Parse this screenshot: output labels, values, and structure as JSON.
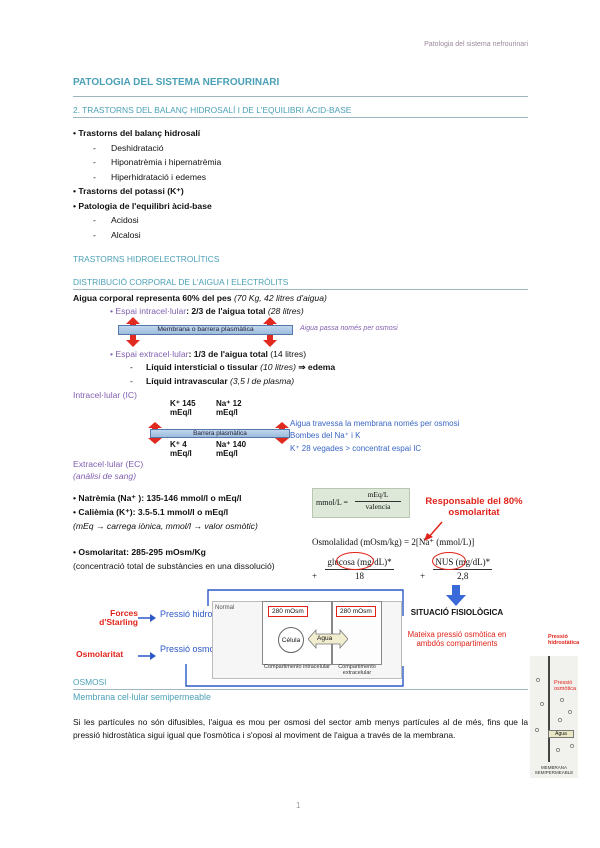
{
  "header": {
    "running_title": "Patologia del sistema nefrourinari"
  },
  "doc_title": "PATOLOGIA DEL SISTEMA NEFROURINARI",
  "section2": "2. TRASTORNS DEL BALANÇ HIDROSALÍ I DE L'EQUILIBRI ÀCID-BASE",
  "outline": [
    {
      "level": 1,
      "text": "Trastorns del balanç hidrosalí"
    },
    {
      "level": 2,
      "text": "Deshidratació"
    },
    {
      "level": 2,
      "text": "Hiponatrèmia i hipernatrèmia"
    },
    {
      "level": 2,
      "text": "Hiperhidratació i edemes"
    },
    {
      "level": 1,
      "text": "Trastorns del potassi (K⁺)"
    },
    {
      "level": 1,
      "text": "Patologia de l'equilibri àcid-base"
    },
    {
      "level": 2,
      "text": "Acidosi"
    },
    {
      "level": 2,
      "text": "Alcalosi"
    }
  ],
  "hydro_header": "TRASTORNS HIDROELECTROLÍTICS",
  "distrib_header": "DISTRIBUCIÓ CORPORAL DE L'AIGUA I ELECTRÒLITS",
  "water_line": {
    "bold": "Aigua corporal representa 60% del pes",
    "italic": " (70 Kg, 42 litres d'aigua)"
  },
  "intra": {
    "label": "• Espai intracel·lular",
    "bold": ": 2/3 de l'aigua total",
    "italic": " (28 litres)"
  },
  "membrane1": {
    "label": "Membrana o barrera plasmàtica",
    "note": "Aigua passa només per osmosi"
  },
  "extra": {
    "label": "• Espai extracel·lular",
    "bold": ": 1/3 de l'aigua total",
    "rest": " (14 litres)"
  },
  "extra_sub": [
    {
      "bold": "Líquid intersticial o tissular",
      "italic": " (10 litres)",
      "rest": " ⇒ edema"
    },
    {
      "bold": "Líquid intravascular",
      "italic": " (3,5 l de plasma)",
      "rest": ""
    }
  ],
  "ic_header": "Intracel·lular (IC)",
  "ic_values": {
    "k": "K⁺ 145",
    "k_unit": "mEq/l",
    "na": "Na⁺ 12",
    "na_unit": "mEq/l"
  },
  "membrane2": {
    "label": "Barrera plasmàtica"
  },
  "ec_values": {
    "k": "K⁺ 4",
    "k_unit": "mEq/l",
    "na": "Na⁺ 140",
    "na_unit": "mEq/l"
  },
  "membrane_notes": [
    "Aigua travessa la membrana només per osmosi",
    "Bombes del Na⁺ i K",
    "K⁺ 28 vegades > concentrat espai IC"
  ],
  "ec_header": "Extracel·lular (EC)",
  "ec_sub": "(anàlisi de sang)",
  "natremia": {
    "bold": "• Natrèmia (Na⁺ ): ",
    "rest": "135-146 mmol/l o mEq/l"
  },
  "kaliemia": {
    "bold": "• Calièmia (K⁺): ",
    "rest": "3.5-5.1 mmol/l o mEq/l"
  },
  "units_note": "(mEq → carrega iònica, mmol/l → valor osmòtic)",
  "osmolaritat": {
    "bold": "• Osmolaritat: ",
    "rest": "285-295 mOsm/Kg"
  },
  "osmo_note": "(concentració total de substàncies en una dissolució)",
  "formula": {
    "lhs": "mmol/L =",
    "num": "mEq/L",
    "den": "valencia",
    "osm_eq": "Osmolalidad (mOsm/kg) = 2[Na⁺ (mmol/L)]",
    "glucosa": "glucosa (mg/dL)*",
    "glu_den": "18",
    "nus": "NUS (mg/dL)*",
    "nus_den": "2,8"
  },
  "responsable": "Responsable del 80% osmolaritat",
  "situacio": {
    "title": "SITUACIÓ FISIOLÒGICA",
    "desc": "Mateixa pressió osmòtica en ambdós compartiments"
  },
  "diagram": {
    "forces": "Forces d'Starling",
    "hidro": "Pressió hidrostàtica",
    "osmo_lbl": "Osmolaritat",
    "osmotica": "Pressió osmotica",
    "normal": "Normal",
    "left_box": "280 mOsm",
    "right_box": "280 mOsm",
    "cell": "Célula",
    "agua": "Agua",
    "comp_int": "Compartimento intracelular",
    "comp_ext": "Compartimento extracelular"
  },
  "side_fig": {
    "top": "Pressió hidrostàtica",
    "mid": "Pressió osmòtica",
    "agua": "Agua",
    "bottom": "MEMBRANA SEMIPERMEABLE"
  },
  "osmosi": {
    "header": "OSMOSI",
    "sub": "Membrana cel·lular semipermeable",
    "paragraph": "Si les partícules no són difusibles, l'aigua es mou per osmosi del sector amb menys partícules al de més, fins que la pressió hidrostàtica sigui igual que l'osmòtica i s'oposi al moviment de l'aigua a través de la membrana."
  },
  "page_number": "1"
}
